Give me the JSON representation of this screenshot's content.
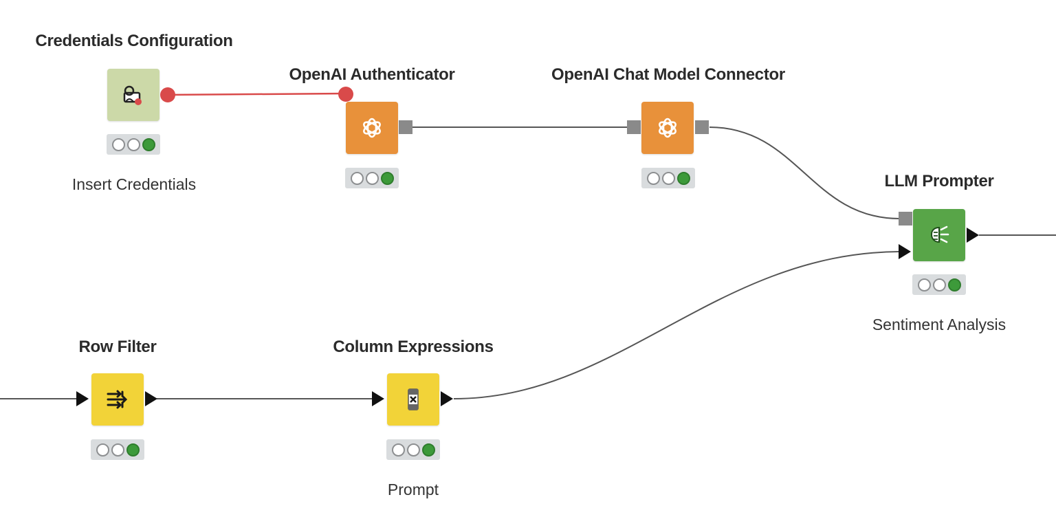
{
  "colors": {
    "credentials_node": "#ccd9a8",
    "openai_node": "#e8913a",
    "llm_node": "#58a548",
    "manipulation_node": "#f2d338",
    "connection_line": "#555555",
    "credential_line": "#d94a4a",
    "status_green": "#3d9a3a"
  },
  "nodes": {
    "credentials": {
      "title": "Credentials Configuration",
      "label": "Insert Credentials",
      "icon": "credentials-icon",
      "status": "executed"
    },
    "authenticator": {
      "title": "OpenAI Authenticator",
      "label": "",
      "icon": "openai-icon",
      "status": "executed"
    },
    "chat_model": {
      "title": "OpenAI Chat Model Connector",
      "label": "",
      "icon": "openai-icon",
      "status": "executed"
    },
    "llm_prompter": {
      "title": "LLM Prompter",
      "label": "Sentiment Analysis",
      "icon": "llm-brain-icon",
      "status": "executed"
    },
    "row_filter": {
      "title": "Row Filter",
      "label": "",
      "icon": "row-filter-icon",
      "status": "executed"
    },
    "column_expressions": {
      "title": "Column Expressions",
      "label": "Prompt",
      "icon": "expression-icon",
      "status": "executed"
    }
  }
}
